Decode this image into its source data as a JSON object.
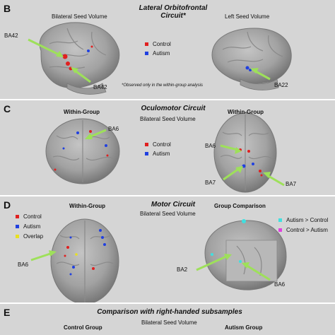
{
  "panel_b": {
    "letter": "B",
    "title_line1": "Lateral Orbitofrontal",
    "title_line2": "Circuit*",
    "left_label": "Bilateral Seed Volume",
    "right_label": "Left Seed Volume",
    "ba_top_left": "BA42",
    "ba_bottom_left": "BA42",
    "ba_right": "BA22",
    "legend": [
      {
        "label": "Control",
        "color": "#e02020"
      },
      {
        "label": "Autism",
        "color": "#2040e0"
      }
    ],
    "note": "*Observed only in the within-group analysis"
  },
  "panel_c": {
    "letter": "C",
    "title": "Oculomotor Circuit",
    "subtitle": "Bilateral Seed Volume",
    "left_label": "Within-Group",
    "right_label": "Within-Group",
    "ba_left": "BA6",
    "ba_right_top": "BA6",
    "ba_right_mid": "BA7",
    "ba_right_bottom": "BA7",
    "legend": [
      {
        "label": "Control",
        "color": "#e02020"
      },
      {
        "label": "Autism",
        "color": "#2040e0"
      }
    ]
  },
  "panel_d": {
    "letter": "D",
    "title": "Motor Circuit",
    "subtitle": "Bilateral Seed Volume",
    "left_label": "Within-Group",
    "right_label": "Group Comparison",
    "ba_left": "BA6",
    "ba_right_left": "BA2",
    "ba_right_bottom": "BA6",
    "legend_left": [
      {
        "label": "Control",
        "color": "#e02020"
      },
      {
        "label": "Autism",
        "color": "#2040e0"
      },
      {
        "label": "Overlap",
        "color": "#e8e020"
      }
    ],
    "legend_right": [
      {
        "label": "Autism > Control",
        "color": "#40e0e0"
      },
      {
        "label": "Control > Autism",
        "color": "#e040e0"
      }
    ]
  },
  "panel_e": {
    "letter": "E",
    "title": "Comparison with right-handed subsamples",
    "subtitle": "Bilateral Seed Volume",
    "left_label": "Control Group",
    "right_label": "Autism Group"
  },
  "colors": {
    "panel_bg": "#d5d5d5",
    "arrow": "#9ee05a",
    "brain": "#a9a9a9",
    "control": "#e02020",
    "autism": "#2040e0"
  }
}
